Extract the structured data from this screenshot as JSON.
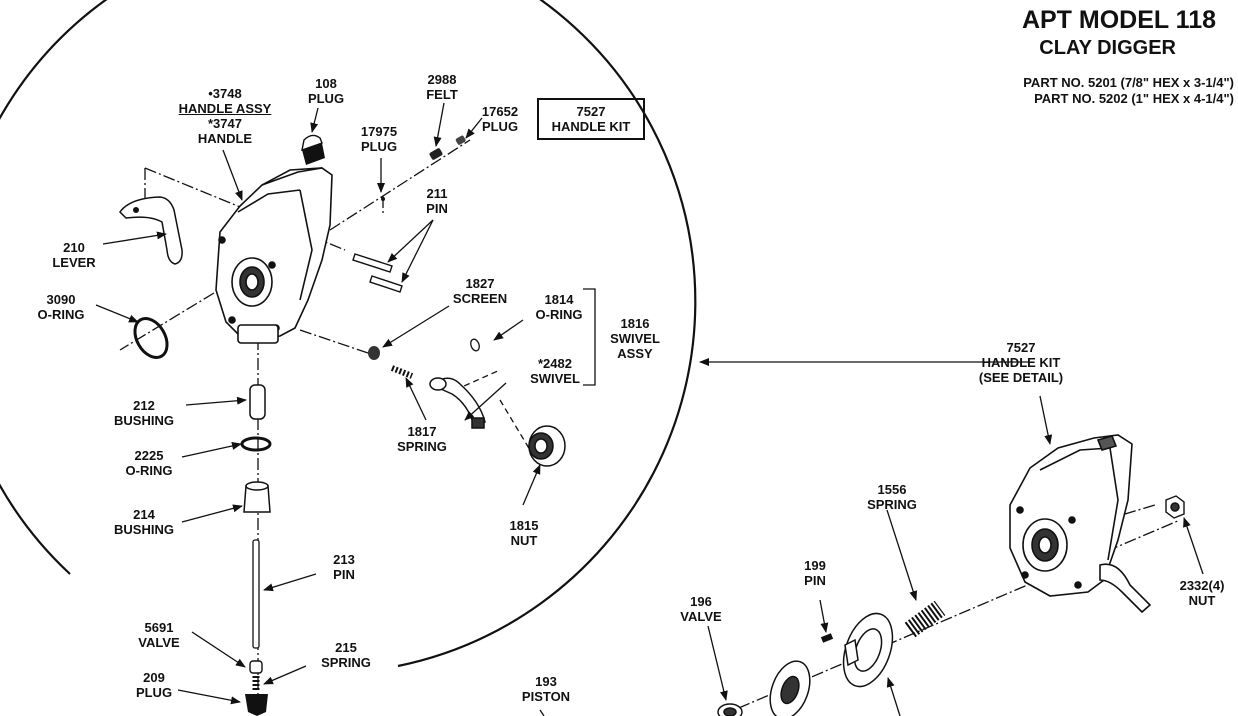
{
  "header": {
    "title": "APT MODEL 118",
    "subtitle": "CLAY DIGGER",
    "part_numbers": [
      "PART NO. 5201 (7/8\" HEX x 3-1/4\")",
      "PART NO. 5202 (1\" HEX x 4-1/4\")"
    ]
  },
  "kit_box": {
    "line1": "7527",
    "line2": "HANDLE KIT"
  },
  "labels": {
    "handle_assy": {
      "l1": "•3748",
      "l2": "HANDLE ASSY",
      "l3": "*3747",
      "l4": "HANDLE"
    },
    "plug108": {
      "l1": "108",
      "l2": "PLUG"
    },
    "felt2988": {
      "l1": "2988",
      "l2": "FELT"
    },
    "plug17652": {
      "l1": "17652",
      "l2": "PLUG"
    },
    "plug17975": {
      "l1": "17975",
      "l2": "PLUG"
    },
    "pin211": {
      "l1": "211",
      "l2": "PIN"
    },
    "lever210": {
      "l1": "210",
      "l2": "LEVER"
    },
    "oring3090": {
      "l1": "3090",
      "l2": "O-RING"
    },
    "screen1827": {
      "l1": "1827",
      "l2": "SCREEN"
    },
    "oring1814": {
      "l1": "1814",
      "l2": "O-RING"
    },
    "swivel_assy1816": {
      "l1": "1816",
      "l2": "SWIVEL",
      "l3": "ASSY"
    },
    "swivel2482": {
      "l1": "*2482",
      "l2": "SWIVEL"
    },
    "bushing212": {
      "l1": "212",
      "l2": "BUSHING"
    },
    "spring1817": {
      "l1": "1817",
      "l2": "SPRING"
    },
    "oring2225": {
      "l1": "2225",
      "l2": "O-RING"
    },
    "bushing214": {
      "l1": "214",
      "l2": "BUSHING"
    },
    "nut1815": {
      "l1": "1815",
      "l2": "NUT"
    },
    "pin213": {
      "l1": "213",
      "l2": "PIN"
    },
    "valve5691": {
      "l1": "5691",
      "l2": "VALVE"
    },
    "spring215": {
      "l1": "215",
      "l2": "SPRING"
    },
    "plug209": {
      "l1": "209",
      "l2": "PLUG"
    },
    "piston193": {
      "l1": "193",
      "l2": "PISTON"
    },
    "valve196": {
      "l1": "196",
      "l2": "VALVE"
    },
    "pin199": {
      "l1": "199",
      "l2": "PIN"
    },
    "spring1556": {
      "l1": "1556",
      "l2": "SPRING"
    },
    "handle_kit_detail": {
      "l1": "7527",
      "l2": "HANDLE KIT",
      "l3": "(SEE DETAIL)"
    },
    "nut2332": {
      "l1": "2332(4)",
      "l2": "NUT"
    }
  }
}
